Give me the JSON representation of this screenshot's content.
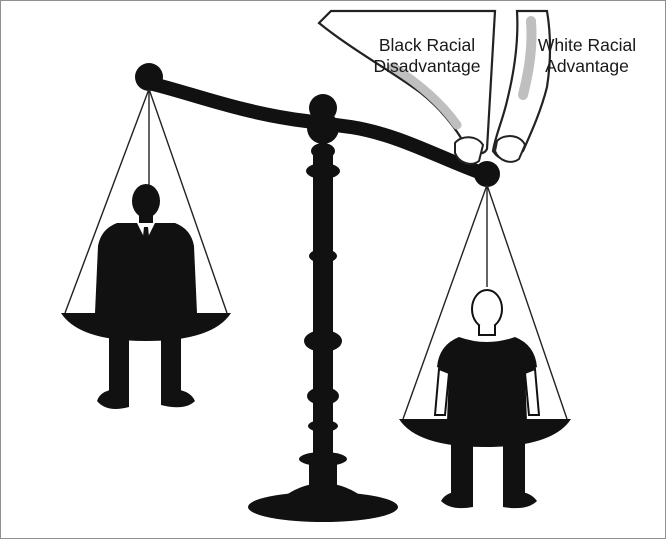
{
  "illustration": {
    "labels": {
      "black_racial_disadvantage": {
        "line1": "Black Racial",
        "line2": "Disadvantage"
      },
      "white_racial_advantage": {
        "line1": "White Racial",
        "line2": "Advantage"
      }
    },
    "colors": {
      "ink": "#111111",
      "background": "#ffffff",
      "hand_outline": "#222222",
      "hand_shade": "#bfbfbf"
    }
  }
}
